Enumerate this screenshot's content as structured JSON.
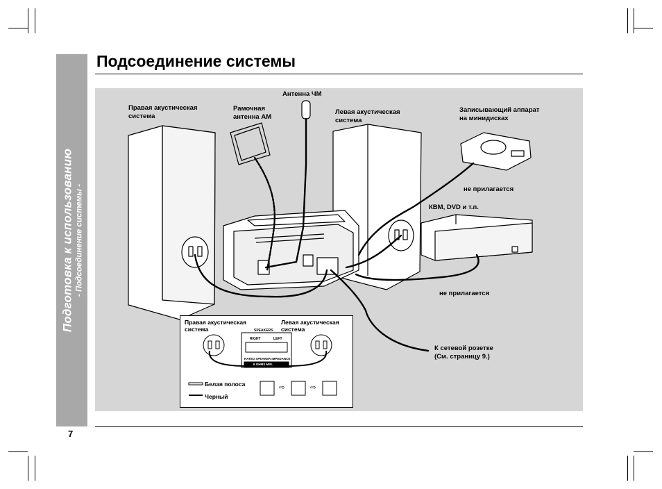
{
  "page": {
    "title": "Подсоединение системы",
    "number": "7"
  },
  "sidebar": {
    "title": "Подготовка к использованию",
    "subtitle": "- Подсоединение системы -"
  },
  "figure": {
    "labels": {
      "right_speaker": [
        "Правая акустическая",
        "система"
      ],
      "am_antenna": [
        "Рамочная",
        "антенна АМ"
      ],
      "fm_antenna": "Антенна ЧМ",
      "left_speaker": [
        "Левая акустическая",
        "система"
      ],
      "md_recorder": [
        "Записывающий аппарат",
        "на минидисках"
      ],
      "not_supplied_1": "не прилагается",
      "vcr_dvd": "КВМ, DVD и т.п.",
      "not_supplied_2": "не прилагается",
      "ac_outlet": [
        "К сетевой розетке",
        "(См. страницу 9.)"
      ]
    },
    "inset": {
      "right_speaker": [
        "Правая акустическая",
        "система"
      ],
      "left_speaker": [
        "Левая акустическая",
        "система"
      ],
      "white_stripe": "Белая полоса",
      "black": "Черный",
      "panel_title": "SPEAKERS",
      "panel_right": "RIGHT",
      "panel_left": "LEFT",
      "impedance": "RATED SPEAKER IMPEDANCE",
      "ohms": "6 OHMS MIN."
    }
  },
  "colors": {
    "sidebar": "#a8a8a8",
    "figure_bg": "#d6d6d6",
    "device_fill": "#ffffff",
    "line": "#000000"
  }
}
